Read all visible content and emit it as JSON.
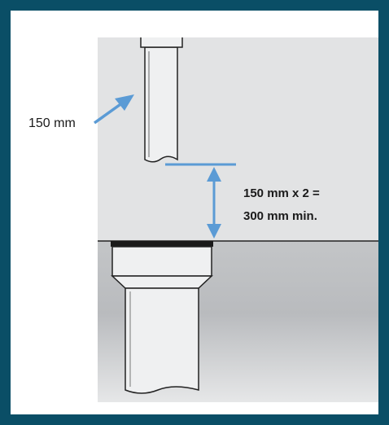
{
  "labels": {
    "pipe_diameter": "150 mm",
    "gap_line1": "150 mm x 2 =",
    "gap_line2": "300 mm min."
  },
  "colors": {
    "frame": "#0a4e66",
    "accent": "#5b9bd5",
    "panel_light": "#e2e3e4",
    "panel_dark": "#c4c6c8",
    "pipe_fill": "#eff0f1",
    "outline": "#222222"
  }
}
